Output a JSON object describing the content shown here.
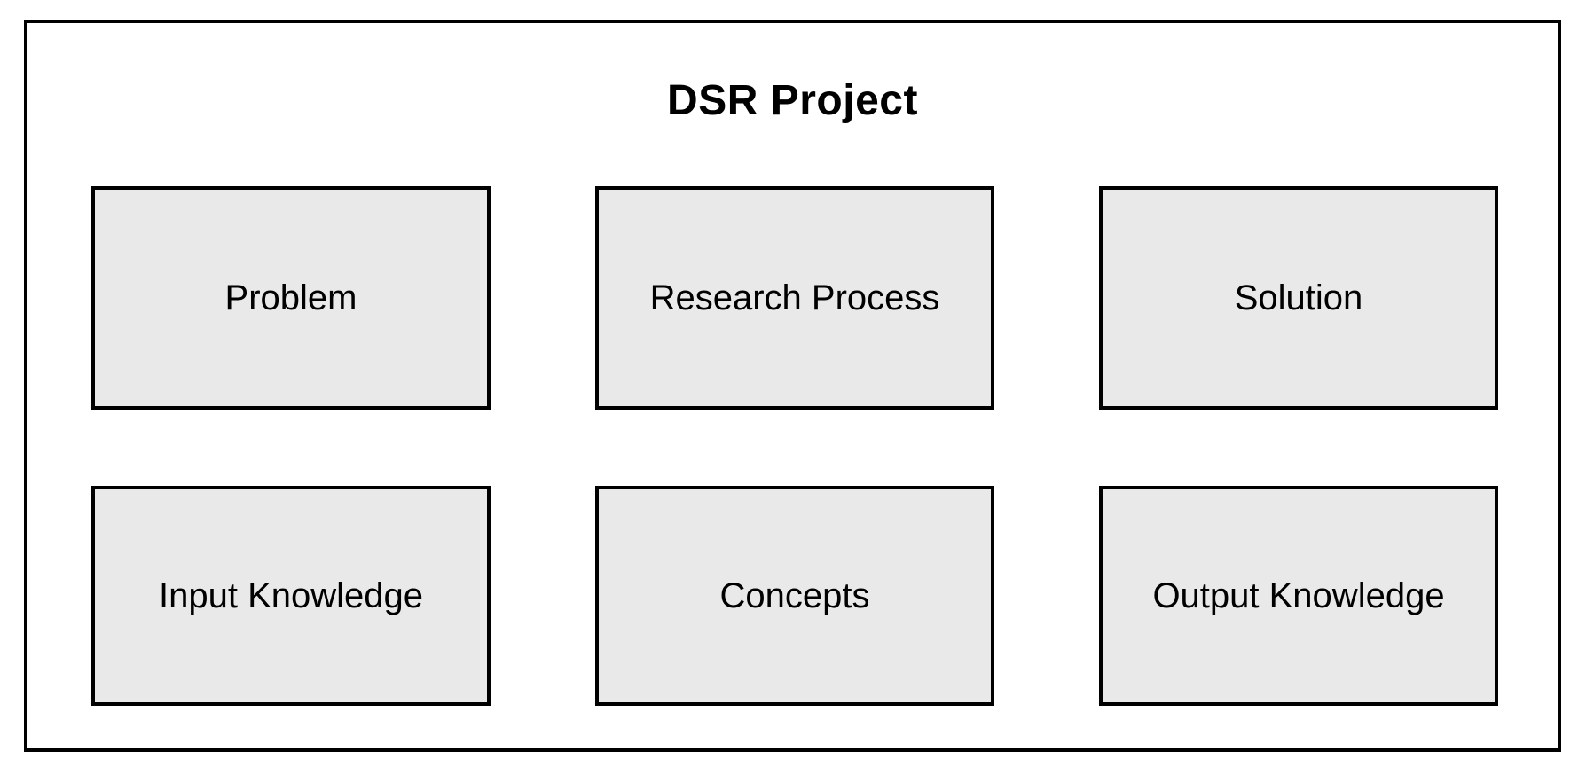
{
  "diagram": {
    "title": "DSR Project",
    "boxes": [
      {
        "label": "Problem"
      },
      {
        "label": "Research Process"
      },
      {
        "label": "Solution"
      },
      {
        "label": "Input Knowledge"
      },
      {
        "label": "Concepts"
      },
      {
        "label": "Output Knowledge"
      }
    ]
  },
  "colors": {
    "background": "#ffffff",
    "box-fill": "#e9e9e9",
    "border": "#000000",
    "text": "#000000"
  }
}
